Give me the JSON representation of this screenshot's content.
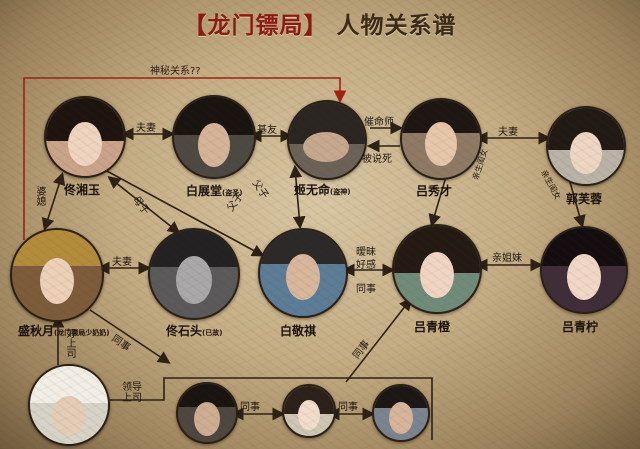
{
  "title": {
    "bracketed": "【龙门镖局】",
    "rest": "人物关系谱"
  },
  "characters": {
    "tong_xiangyu": "佟湘玉",
    "bai_zhantang": "白展堂",
    "bai_zhantang_note": "(盗圣)",
    "ji_wuming": "姬无命",
    "ji_wuming_note": "(盗神)",
    "lv_xiucai": "吕秀才",
    "guo_furong": "郭芙蓉",
    "sheng_qiuyue": "盛秋月",
    "sheng_qiuyue_note": "(龙门镖局少奶奶)",
    "tong_shitou": "佟石头",
    "tong_shitou_note": "(已故)",
    "bai_jingqi": "白敬祺",
    "lv_qingcheng": "吕青橙",
    "lv_qingning": "吕青柠"
  },
  "relations": {
    "mystery": "神秘关系??",
    "couple_1": "夫妻",
    "jiyou": "基友",
    "cuiming": "催命师",
    "beishuosi": "被说死",
    "couple_2": "夫妻",
    "father_son": "父子",
    "in_law": "婆媳",
    "mother_son": "母子",
    "couple_3": "夫妻",
    "ambiguous": "暧昧",
    "goodwill": "好感",
    "colleague_1": "同事",
    "sisters": "亲姐妹",
    "daughter_1": "亲生闺女",
    "daughter_2": "亲生闺女",
    "superior": "好上司",
    "colleague_2": "同事",
    "leader": "领导上司",
    "colleague_3": "同事",
    "colleague_4": "同事",
    "colleague_5": "同事"
  }
}
